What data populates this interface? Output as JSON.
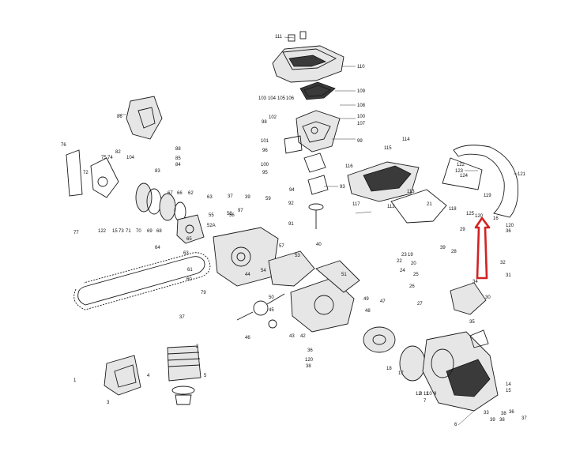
{
  "callouts": [
    {
      "id": "c111",
      "text": "111"
    },
    {
      "id": "c110",
      "text": "110"
    },
    {
      "id": "c109",
      "text": "109"
    },
    {
      "id": "c108",
      "text": "108"
    },
    {
      "id": "c103",
      "text": "103"
    },
    {
      "id": "c104",
      "text": "104"
    },
    {
      "id": "c105",
      "text": "105"
    },
    {
      "id": "c106",
      "text": "106"
    },
    {
      "id": "c102",
      "text": "102"
    },
    {
      "id": "c98",
      "text": "98"
    },
    {
      "id": "c100a",
      "text": "100"
    },
    {
      "id": "c107",
      "text": "107"
    },
    {
      "id": "c101",
      "text": "101"
    },
    {
      "id": "c96a",
      "text": "96"
    },
    {
      "id": "c99",
      "text": "99"
    },
    {
      "id": "c100b",
      "text": "100"
    },
    {
      "id": "c95",
      "text": "95"
    },
    {
      "id": "c94",
      "text": "94"
    },
    {
      "id": "c93",
      "text": "93"
    },
    {
      "id": "c92",
      "text": "92"
    },
    {
      "id": "c91",
      "text": "91"
    },
    {
      "id": "c97",
      "text": "97"
    },
    {
      "id": "c86",
      "text": "86"
    },
    {
      "id": "c76",
      "text": "76"
    },
    {
      "id": "c75",
      "text": "75"
    },
    {
      "id": "c74",
      "text": "74"
    },
    {
      "id": "c82",
      "text": "82"
    },
    {
      "id": "c104b",
      "text": "104"
    },
    {
      "id": "c88",
      "text": "88"
    },
    {
      "id": "c85",
      "text": "85"
    },
    {
      "id": "c84",
      "text": "84"
    },
    {
      "id": "c83",
      "text": "83"
    },
    {
      "id": "c72",
      "text": "72"
    },
    {
      "id": "c77",
      "text": "77"
    },
    {
      "id": "c122",
      "text": "122"
    },
    {
      "id": "c15a",
      "text": "15"
    },
    {
      "id": "c73",
      "text": "73"
    },
    {
      "id": "c71",
      "text": "71"
    },
    {
      "id": "c70",
      "text": "70"
    },
    {
      "id": "c69",
      "text": "69"
    },
    {
      "id": "c68",
      "text": "68"
    },
    {
      "id": "c67",
      "text": "67"
    },
    {
      "id": "c66",
      "text": "66"
    },
    {
      "id": "c62",
      "text": "62"
    },
    {
      "id": "c63a",
      "text": "63"
    },
    {
      "id": "c52a",
      "text": "52A"
    },
    {
      "id": "c64",
      "text": "64"
    },
    {
      "id": "c65",
      "text": "65"
    },
    {
      "id": "c63b",
      "text": "63"
    },
    {
      "id": "c61",
      "text": "61"
    },
    {
      "id": "c60",
      "text": "60"
    },
    {
      "id": "c79",
      "text": "79"
    },
    {
      "id": "c37a",
      "text": "37"
    },
    {
      "id": "c58",
      "text": "58"
    },
    {
      "id": "c57",
      "text": "57"
    },
    {
      "id": "c39a",
      "text": "39"
    },
    {
      "id": "c59",
      "text": "59"
    },
    {
      "id": "c56",
      "text": "56"
    },
    {
      "id": "c55",
      "text": "55"
    },
    {
      "id": "c54",
      "text": "54"
    },
    {
      "id": "c53",
      "text": "53"
    },
    {
      "id": "c40",
      "text": "40"
    },
    {
      "id": "c44",
      "text": "44"
    },
    {
      "id": "c50",
      "text": "50"
    },
    {
      "id": "c51",
      "text": "51"
    },
    {
      "id": "c45",
      "text": "45"
    },
    {
      "id": "c43",
      "text": "43"
    },
    {
      "id": "c42",
      "text": "42"
    },
    {
      "id": "c49",
      "text": "49"
    },
    {
      "id": "c48",
      "text": "48"
    },
    {
      "id": "c47",
      "text": "47"
    },
    {
      "id": "c46",
      "text": "46"
    },
    {
      "id": "c36a",
      "text": "36"
    },
    {
      "id": "c120a",
      "text": "120"
    },
    {
      "id": "c38a",
      "text": "38"
    },
    {
      "id": "c18",
      "text": "18"
    },
    {
      "id": "c116",
      "text": "116"
    },
    {
      "id": "c114",
      "text": "114"
    },
    {
      "id": "c115",
      "text": "115"
    },
    {
      "id": "c113",
      "text": "113"
    },
    {
      "id": "c112",
      "text": "112"
    },
    {
      "id": "c117",
      "text": "117"
    },
    {
      "id": "c118",
      "text": "118"
    },
    {
      "id": "c19",
      "text": "19"
    },
    {
      "id": "c20",
      "text": "20"
    },
    {
      "id": "c22",
      "text": "22"
    },
    {
      "id": "c23",
      "text": "23"
    },
    {
      "id": "c24",
      "text": "24"
    },
    {
      "id": "c25",
      "text": "25"
    },
    {
      "id": "c26",
      "text": "26"
    },
    {
      "id": "c27",
      "text": "27"
    },
    {
      "id": "c28",
      "text": "28"
    },
    {
      "id": "c29",
      "text": "29"
    },
    {
      "id": "c39b",
      "text": "39"
    },
    {
      "id": "c21",
      "text": "21"
    },
    {
      "id": "c119",
      "text": "119"
    },
    {
      "id": "c122b",
      "text": "122"
    },
    {
      "id": "c123",
      "text": "123"
    },
    {
      "id": "c124",
      "text": "124"
    },
    {
      "id": "c125",
      "text": "125"
    },
    {
      "id": "c120b",
      "text": "120"
    },
    {
      "id": "c121",
      "text": "121"
    },
    {
      "id": "c16",
      "text": "16"
    },
    {
      "id": "c120c",
      "text": "120"
    },
    {
      "id": "c36b",
      "text": "36"
    },
    {
      "id": "c32",
      "text": "32"
    },
    {
      "id": "c31",
      "text": "31"
    },
    {
      "id": "c34",
      "text": "34"
    },
    {
      "id": "c35",
      "text": "35"
    },
    {
      "id": "c30",
      "text": "30"
    },
    {
      "id": "c17",
      "text": "17"
    },
    {
      "id": "c12",
      "text": "12"
    },
    {
      "id": "c8",
      "text": "8"
    },
    {
      "id": "c11",
      "text": "11"
    },
    {
      "id": "c10",
      "text": "10"
    },
    {
      "id": "c9",
      "text": "9"
    },
    {
      "id": "c7",
      "text": "7"
    },
    {
      "id": "c14",
      "text": "14"
    },
    {
      "id": "c15b",
      "text": "15"
    },
    {
      "id": "c38b",
      "text": "38"
    },
    {
      "id": "c36c",
      "text": "36"
    },
    {
      "id": "c6",
      "text": "6"
    },
    {
      "id": "c37b",
      "text": "37"
    },
    {
      "id": "c1",
      "text": "1"
    },
    {
      "id": "c3",
      "text": "3"
    },
    {
      "id": "c4",
      "text": "4"
    },
    {
      "id": "c5",
      "text": "5"
    },
    {
      "id": "c2",
      "text": "2"
    },
    {
      "id": "c37c",
      "text": "37"
    },
    {
      "id": "c39c",
      "text": "39"
    },
    {
      "id": "c38c",
      "text": "38"
    },
    {
      "id": "c33",
      "text": "33"
    }
  ],
  "annotation": {
    "color": "#d32222",
    "icon": "arrow-up-icon"
  },
  "colors": {
    "ink": "#1a1a1a",
    "background": "#ffffff"
  }
}
